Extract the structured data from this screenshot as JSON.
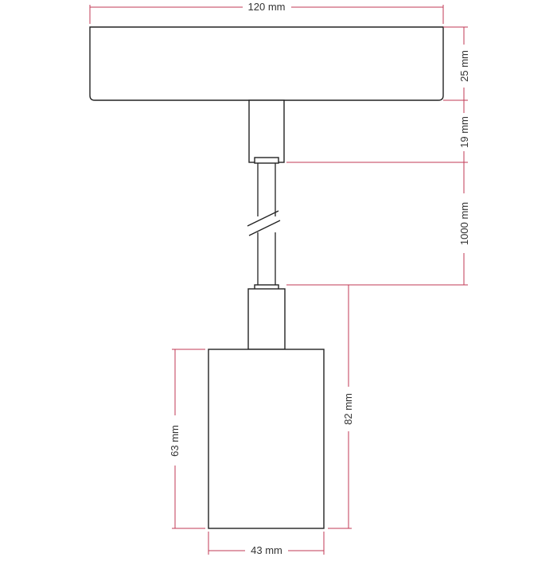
{
  "colors": {
    "outline": "#222222",
    "dimension": "#c23a55",
    "label": "#333333",
    "background": "#ffffff"
  },
  "dimensions": {
    "canopy_width": "120 mm",
    "canopy_height": "25 mm",
    "cord_grip_length": "19 mm",
    "cable_length": "1000 mm",
    "socket_total_height": "82 mm",
    "socket_body_height": "63 mm",
    "socket_width": "43 mm"
  }
}
